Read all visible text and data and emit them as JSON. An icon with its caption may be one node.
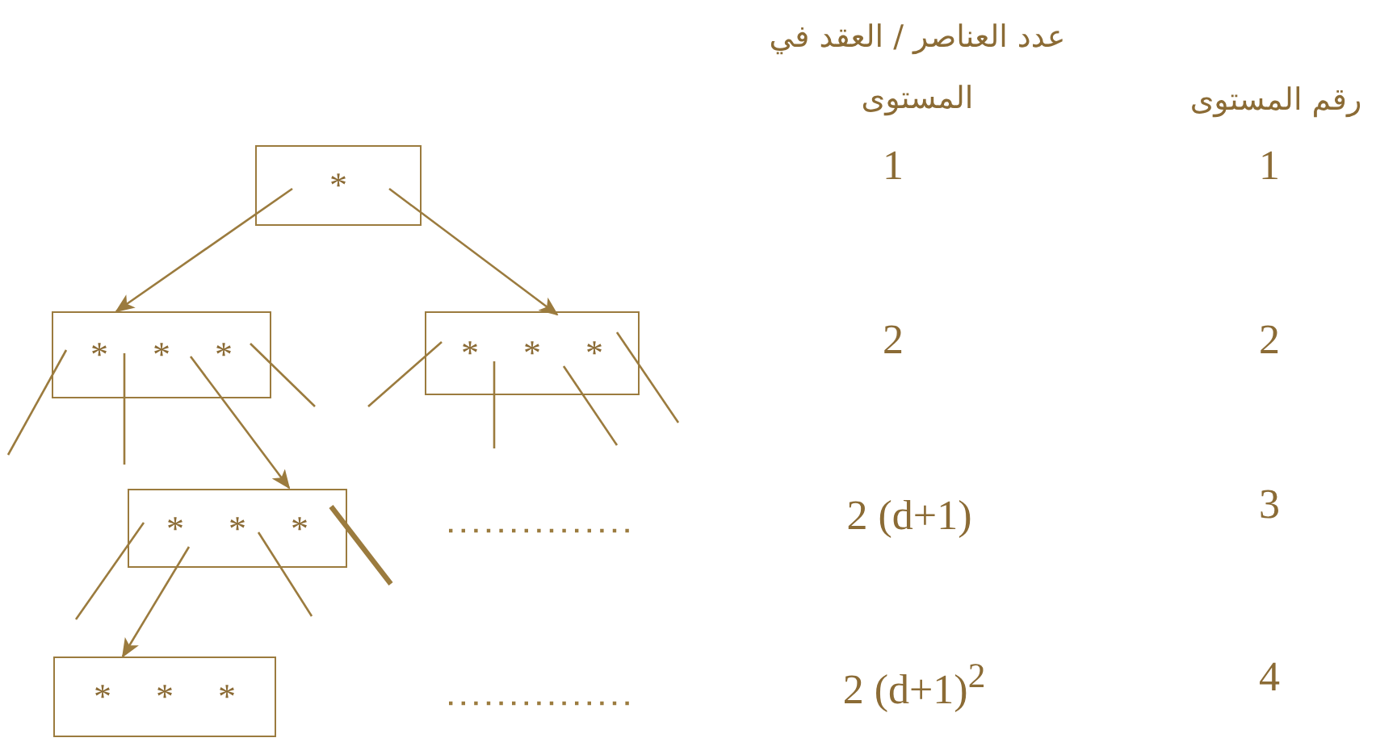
{
  "diagram": {
    "nodes": [
      {
        "text": [
          "*"
        ]
      },
      {
        "text": [
          "* * *"
        ]
      },
      {
        "text": [
          "* * *"
        ]
      },
      {
        "text": [
          "* * *"
        ]
      },
      {
        "text": [
          "* * *"
        ]
      }
    ],
    "edges": [
      {
        "from": 0,
        "to": 1,
        "arrow": "to"
      },
      {
        "from": 0,
        "to": 2,
        "arrow": "to"
      },
      {
        "from": 1,
        "to": null,
        "arrow": "none"
      },
      {
        "from": 1,
        "to": null,
        "arrow": "none"
      },
      {
        "from": 1,
        "to": 3,
        "arrow": "to"
      },
      {
        "from": 1,
        "to": null,
        "arrow": "none"
      },
      {
        "from": 2,
        "to": null,
        "arrow": "none"
      },
      {
        "from": 2,
        "to": null,
        "arrow": "none"
      },
      {
        "from": 2,
        "to": null,
        "arrow": "none"
      },
      {
        "from": 2,
        "to": null,
        "arrow": "none"
      },
      {
        "from": 3,
        "to": null,
        "arrow": "none"
      },
      {
        "from": 3,
        "to": 4,
        "arrow": "to"
      },
      {
        "from": 3,
        "to": null,
        "arrow": "none"
      },
      {
        "from": 3,
        "to": null,
        "arrow": "none",
        "style": "thick"
      }
    ],
    "labels": [
      "عدد العناصر / العقد في المستوى",
      "رقم المستوى",
      "1",
      "1",
      "2",
      "2",
      "2 (d+1)",
      "3",
      "2 (d+1)$^{2}$",
      "4"
    ]
  }
}
